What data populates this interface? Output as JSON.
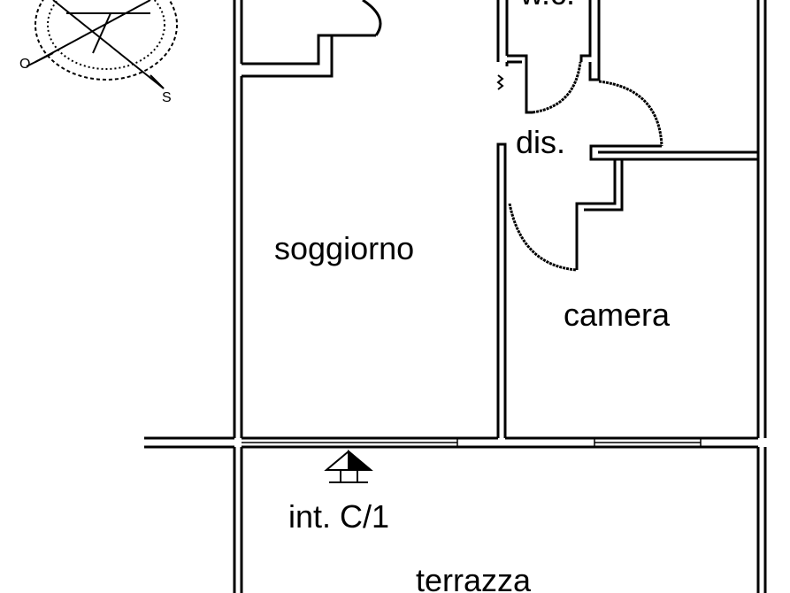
{
  "rooms": {
    "wc": "w.c.",
    "dis": "dis.",
    "soggiorno": "soggiorno",
    "camera": "camera",
    "terrazza": "terrazza"
  },
  "entrance_label": "int. C/1",
  "compass": {
    "west": "O",
    "south": "S"
  },
  "colors": {
    "lines": "#000000",
    "background": "#ffffff"
  }
}
